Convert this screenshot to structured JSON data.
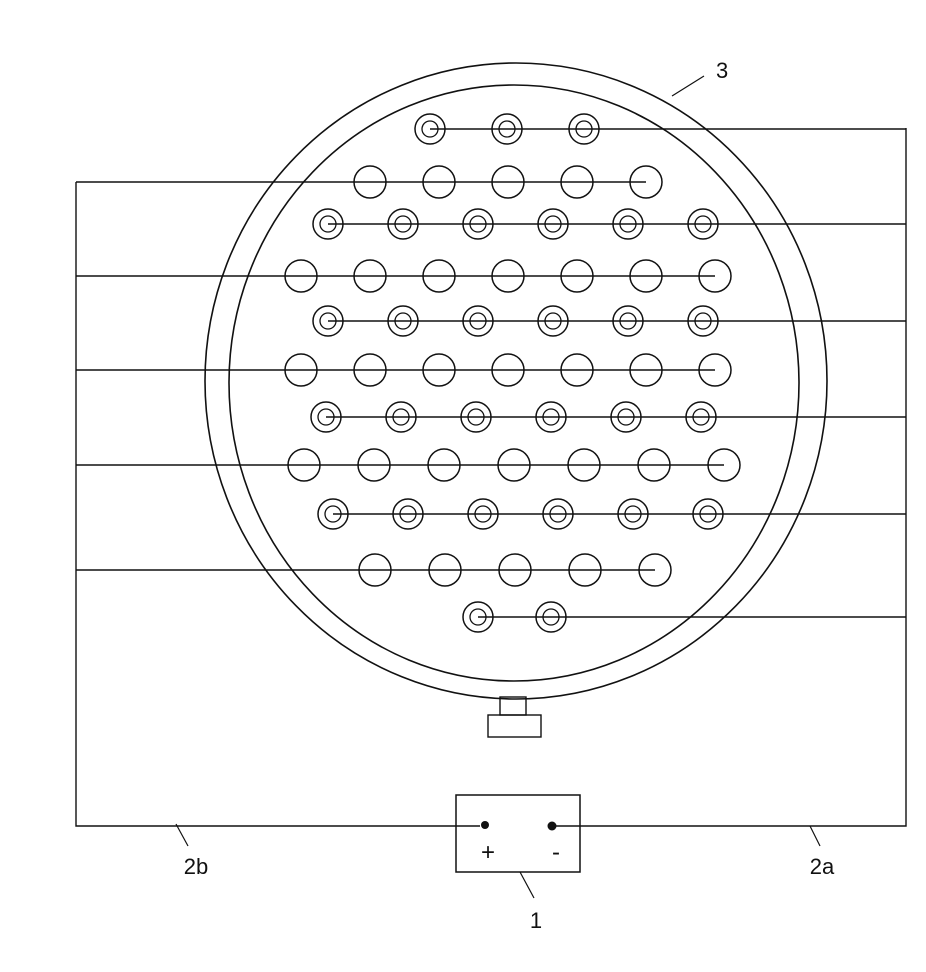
{
  "labels": {
    "vessel": "3",
    "power_supply": "1",
    "wire_positive": "2b",
    "wire_negative": "2a",
    "plus_sign": "+",
    "minus_sign": "-"
  },
  "electrode_rows": [
    {
      "polarity": "negative",
      "count": 3
    },
    {
      "polarity": "positive",
      "count": 5
    },
    {
      "polarity": "negative",
      "count": 6
    },
    {
      "polarity": "positive",
      "count": 7
    },
    {
      "polarity": "negative",
      "count": 6
    },
    {
      "polarity": "positive",
      "count": 7
    },
    {
      "polarity": "negative",
      "count": 6
    },
    {
      "polarity": "positive",
      "count": 7
    },
    {
      "polarity": "negative",
      "count": 6
    },
    {
      "polarity": "positive",
      "count": 5
    },
    {
      "polarity": "negative",
      "count": 2
    }
  ],
  "colors": {
    "line": "#111111",
    "background": "#ffffff"
  }
}
